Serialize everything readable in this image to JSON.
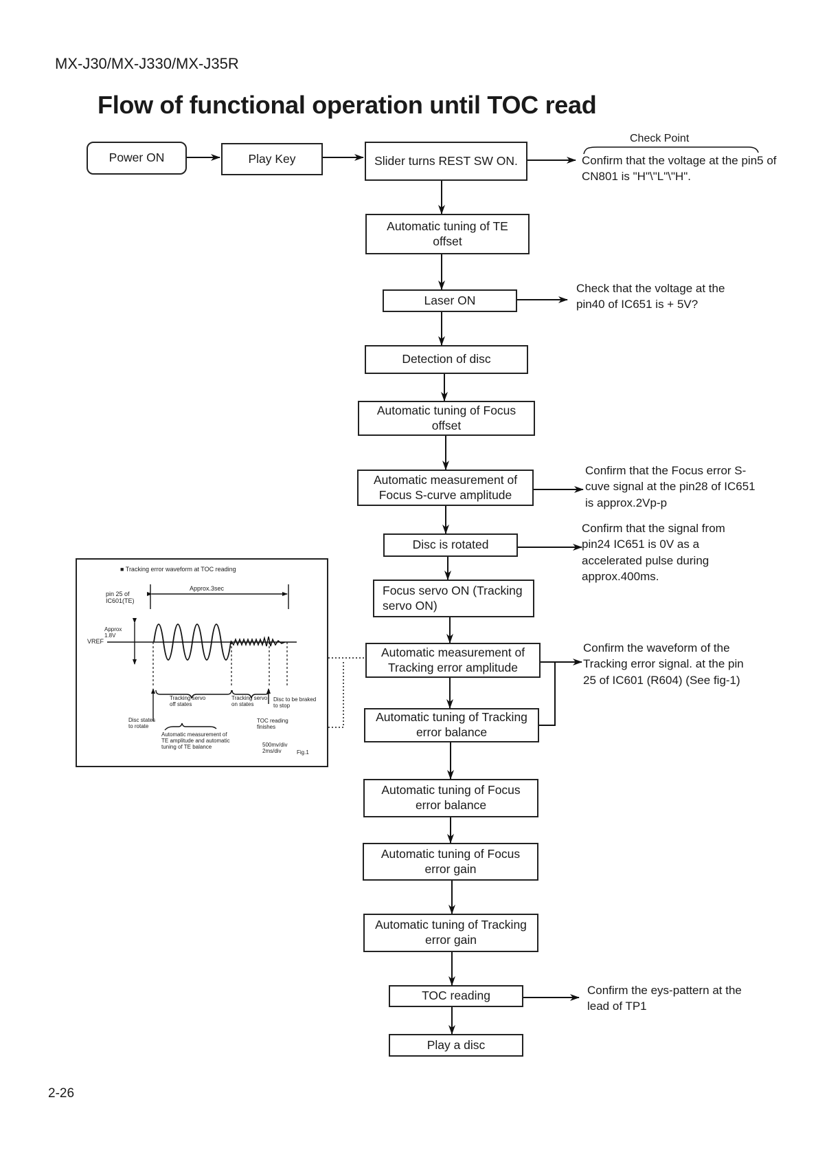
{
  "header": {
    "model": "MX-J30/MX-J330/MX-J35R",
    "title": "Flow of functional operation until TOC read"
  },
  "footer": {
    "page_number": "2-26"
  },
  "check_point_label": "Check Point",
  "flow": {
    "power_on": "Power ON",
    "play_key": "Play Key",
    "slider_rest_sw": "Slider turns REST SW ON.",
    "auto_te_offset": "Automatic tuning of TE offset",
    "laser_on": "Laser ON",
    "detect_disc": "Detection of disc",
    "auto_focus_offset": "Automatic tuning of Focus offset",
    "meas_focus_scurve": "Automatic measurement of Focus S-curve amplitude",
    "disc_rotated": "Disc is rotated",
    "focus_servo_on": "Focus servo ON (Tracking servo ON)",
    "meas_tracking_amp": "Automatic measurement of Tracking error amplitude",
    "auto_tracking_balance": "Automatic tuning of Tracking error balance",
    "auto_focus_balance": "Automatic tuning of Focus error balance",
    "auto_focus_gain": "Automatic tuning of Focus error gain",
    "auto_tracking_gain": "Automatic tuning of Tracking error gain",
    "toc_reading": "TOC reading",
    "play_disc": "Play a disc"
  },
  "checks": {
    "rest_sw": "Confirm that the voltage at the pin5 of CN801 is \"H\"\\\"L\"\\\"H\".",
    "laser": "Check that the voltage at the pin40 of IC651 is + 5V?",
    "scurve": "Confirm that the Focus error S-cuve signal at the pin28 of IC651 is approx.2Vp-p",
    "rotate": "Confirm that the signal from pin24 IC651 is 0V as a accelerated pulse during approx.400ms.",
    "tracking": "Confirm the waveform of the Tracking error signal. at the pin 25 of IC601 (R604) (See fig-1)",
    "toc": "Confirm the eys-pattern at the lead of TP1"
  },
  "waveform": {
    "caption": "■ Tracking error waveform at TOC reading",
    "pin_label": "pin 25 of IC601(TE)",
    "duration": "Approx.3sec",
    "amplitude": "Approx 1.8V",
    "vref": "VREF",
    "tracking_off": "Tracking servo off states",
    "tracking_on": "Tracking servo on states",
    "disc_braked": "Disc to be braked to stop",
    "disc_rotate": "Disc states to rotate",
    "toc_finishes": "TOC reading finishes",
    "auto_meas": "Automatic measurement of TE amplitude and automatic tuning of TE balance",
    "scale": "500mv/div 2ms/div",
    "fig": "Fig.1"
  }
}
